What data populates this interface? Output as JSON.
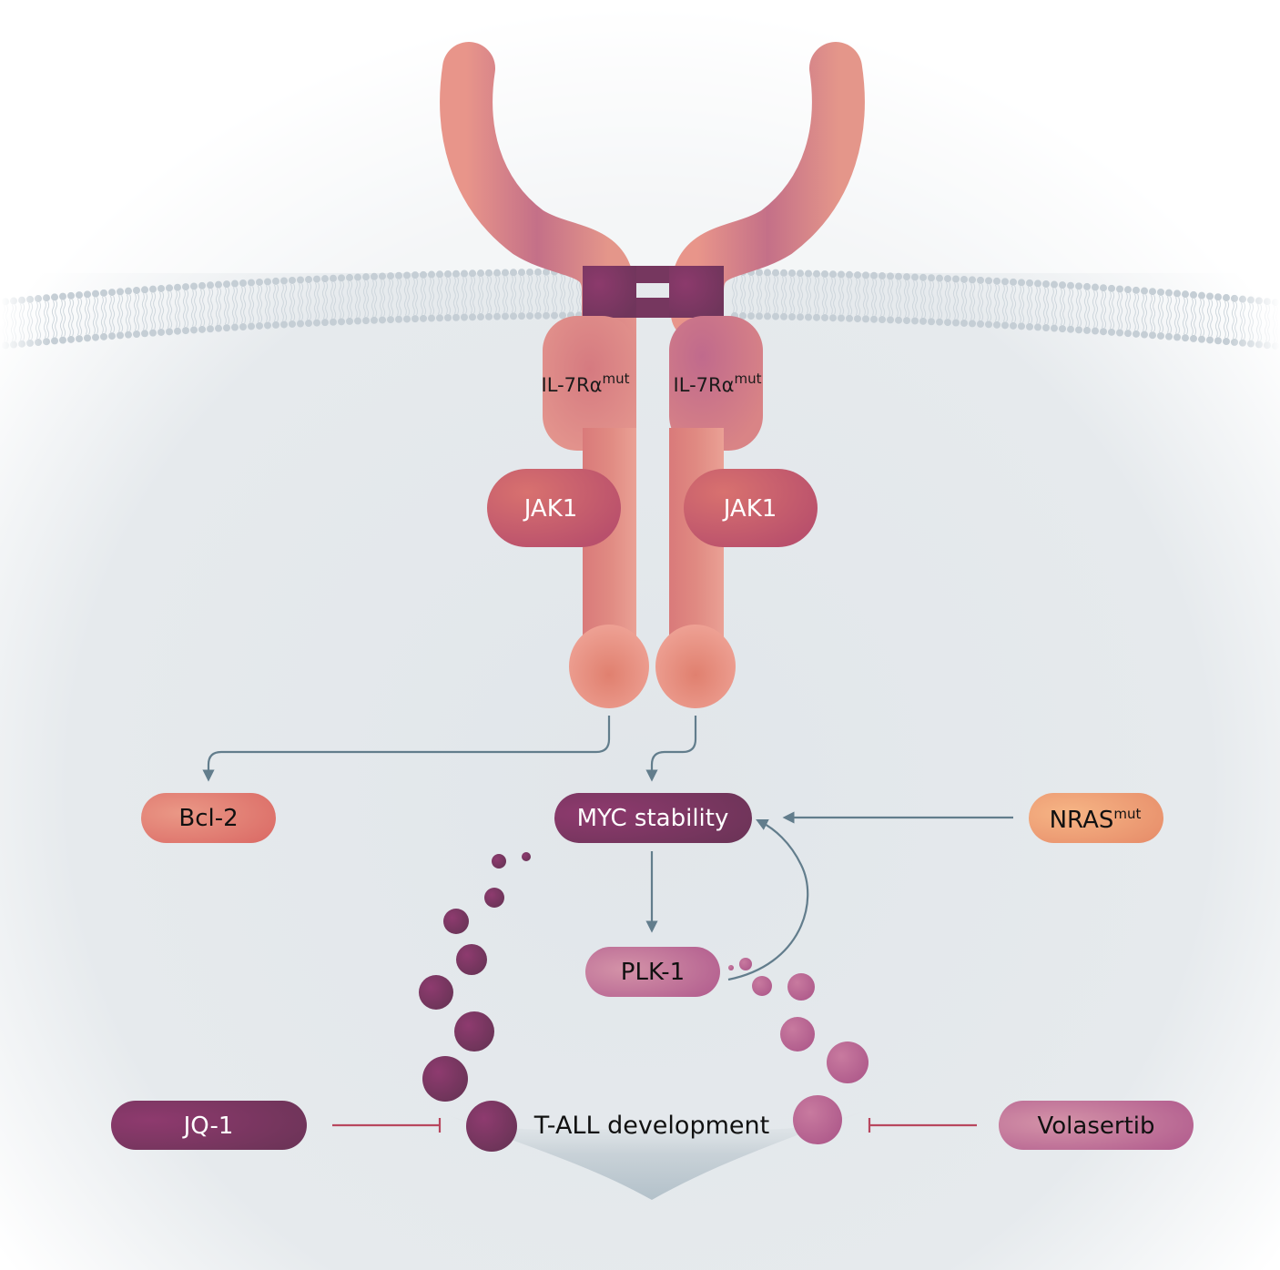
{
  "diagram": {
    "type": "signaling-pathway",
    "receptor": {
      "left_subunit_label": "IL-7Rα",
      "left_subunit_superscript": "mut",
      "right_subunit_label": "IL-7Rα",
      "right_subunit_superscript": "mut"
    },
    "kinases": {
      "left": "JAK1",
      "right": "JAK1"
    },
    "nodes": {
      "bcl2": "Bcl-2",
      "myc": "MYC stability",
      "nras": "NRAS",
      "nras_superscript": "mut",
      "plk1": "PLK-1",
      "tall": "T-ALL development",
      "jq1": "JQ-1",
      "volasertib": "Volasertib"
    },
    "edges": [
      {
        "from": "IL-7Rα (left)",
        "to": "Bcl-2",
        "type": "activation"
      },
      {
        "from": "IL-7Rα (right)",
        "to": "MYC stability",
        "type": "activation"
      },
      {
        "from": "NRAS mut",
        "to": "MYC stability",
        "type": "activation"
      },
      {
        "from": "MYC stability",
        "to": "PLK-1",
        "type": "activation"
      },
      {
        "from": "PLK-1",
        "to": "MYC stability",
        "type": "activation (feedback)"
      },
      {
        "from": "JQ-1",
        "to": "T-ALL development",
        "type": "inhibition"
      },
      {
        "from": "Volasertib",
        "to": "T-ALL development",
        "type": "inhibition"
      }
    ],
    "colors": {
      "receptor": "#d9807f",
      "receptor_purple": "#b86a8e",
      "transmembrane": "#76375f",
      "jak1": "#c4566e",
      "bcl2": "#e07a70",
      "myc": "#7a3560",
      "nras": "#f0a070",
      "plk1": "#c06c98",
      "jq1": "#7a3560",
      "volasertib": "#c06c98",
      "arrow": "#627d8c",
      "inhibit": "#b8475e",
      "membrane": "#c5ced5"
    }
  }
}
